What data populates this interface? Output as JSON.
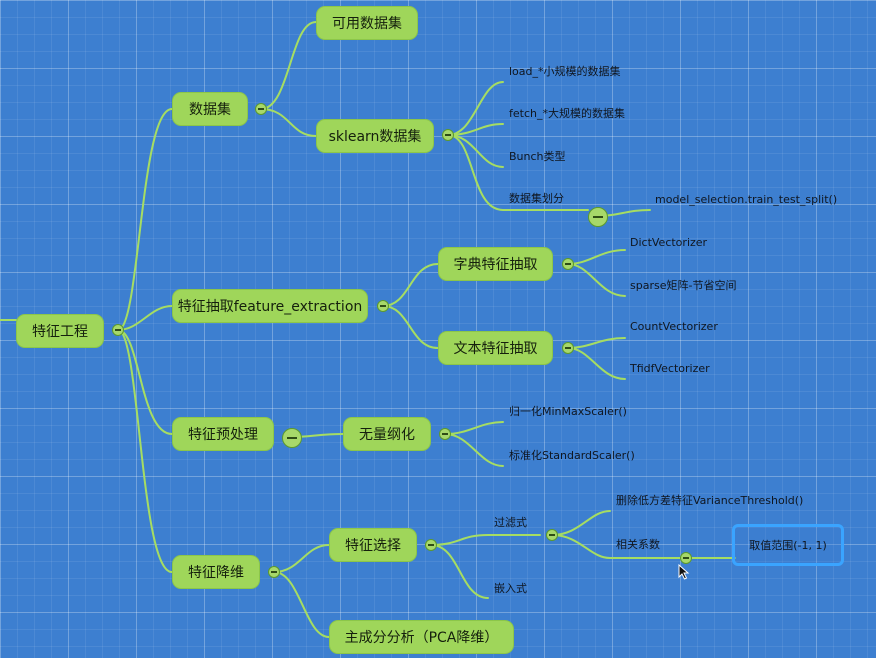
{
  "root": {
    "label": "特征工程"
  },
  "datasets": {
    "label": "数据集",
    "available": "可用数据集",
    "sklearn": {
      "label": "sklearn数据集",
      "items": [
        "load_*小规模的数据集",
        "fetch_*大规模的数据集",
        "Bunch类型",
        "数据集划分"
      ],
      "split_method": "model_selection.train_test_split()"
    }
  },
  "extraction": {
    "label": "特征抽取feature_extraction",
    "dict": {
      "label": "字典特征抽取",
      "items": [
        "DictVectorizer",
        "sparse矩阵-节省空间"
      ]
    },
    "text": {
      "label": "文本特征抽取",
      "items": [
        "CountVectorizer",
        "TfidfVectorizer"
      ]
    }
  },
  "preprocessing": {
    "label": "特征预处理",
    "scaling": {
      "label": "无量纲化",
      "items": [
        "归一化MinMaxScaler()",
        "标准化StandardScaler()"
      ]
    }
  },
  "reduction": {
    "label": "特征降维",
    "selection": {
      "label": "特征选择",
      "filter": {
        "label": "过滤式",
        "items": [
          "删除低方差特征VarianceThreshold()",
          "相关系数"
        ],
        "corr_range": "取值范围(-1, 1)"
      },
      "embedded": "嵌入式"
    },
    "pca": "主成分分析（PCA降维）"
  },
  "colors": {
    "background": "#3d7fd0",
    "topic": "#9fd65a",
    "line": "#a6dd62",
    "selection": "#3aa4ff"
  }
}
